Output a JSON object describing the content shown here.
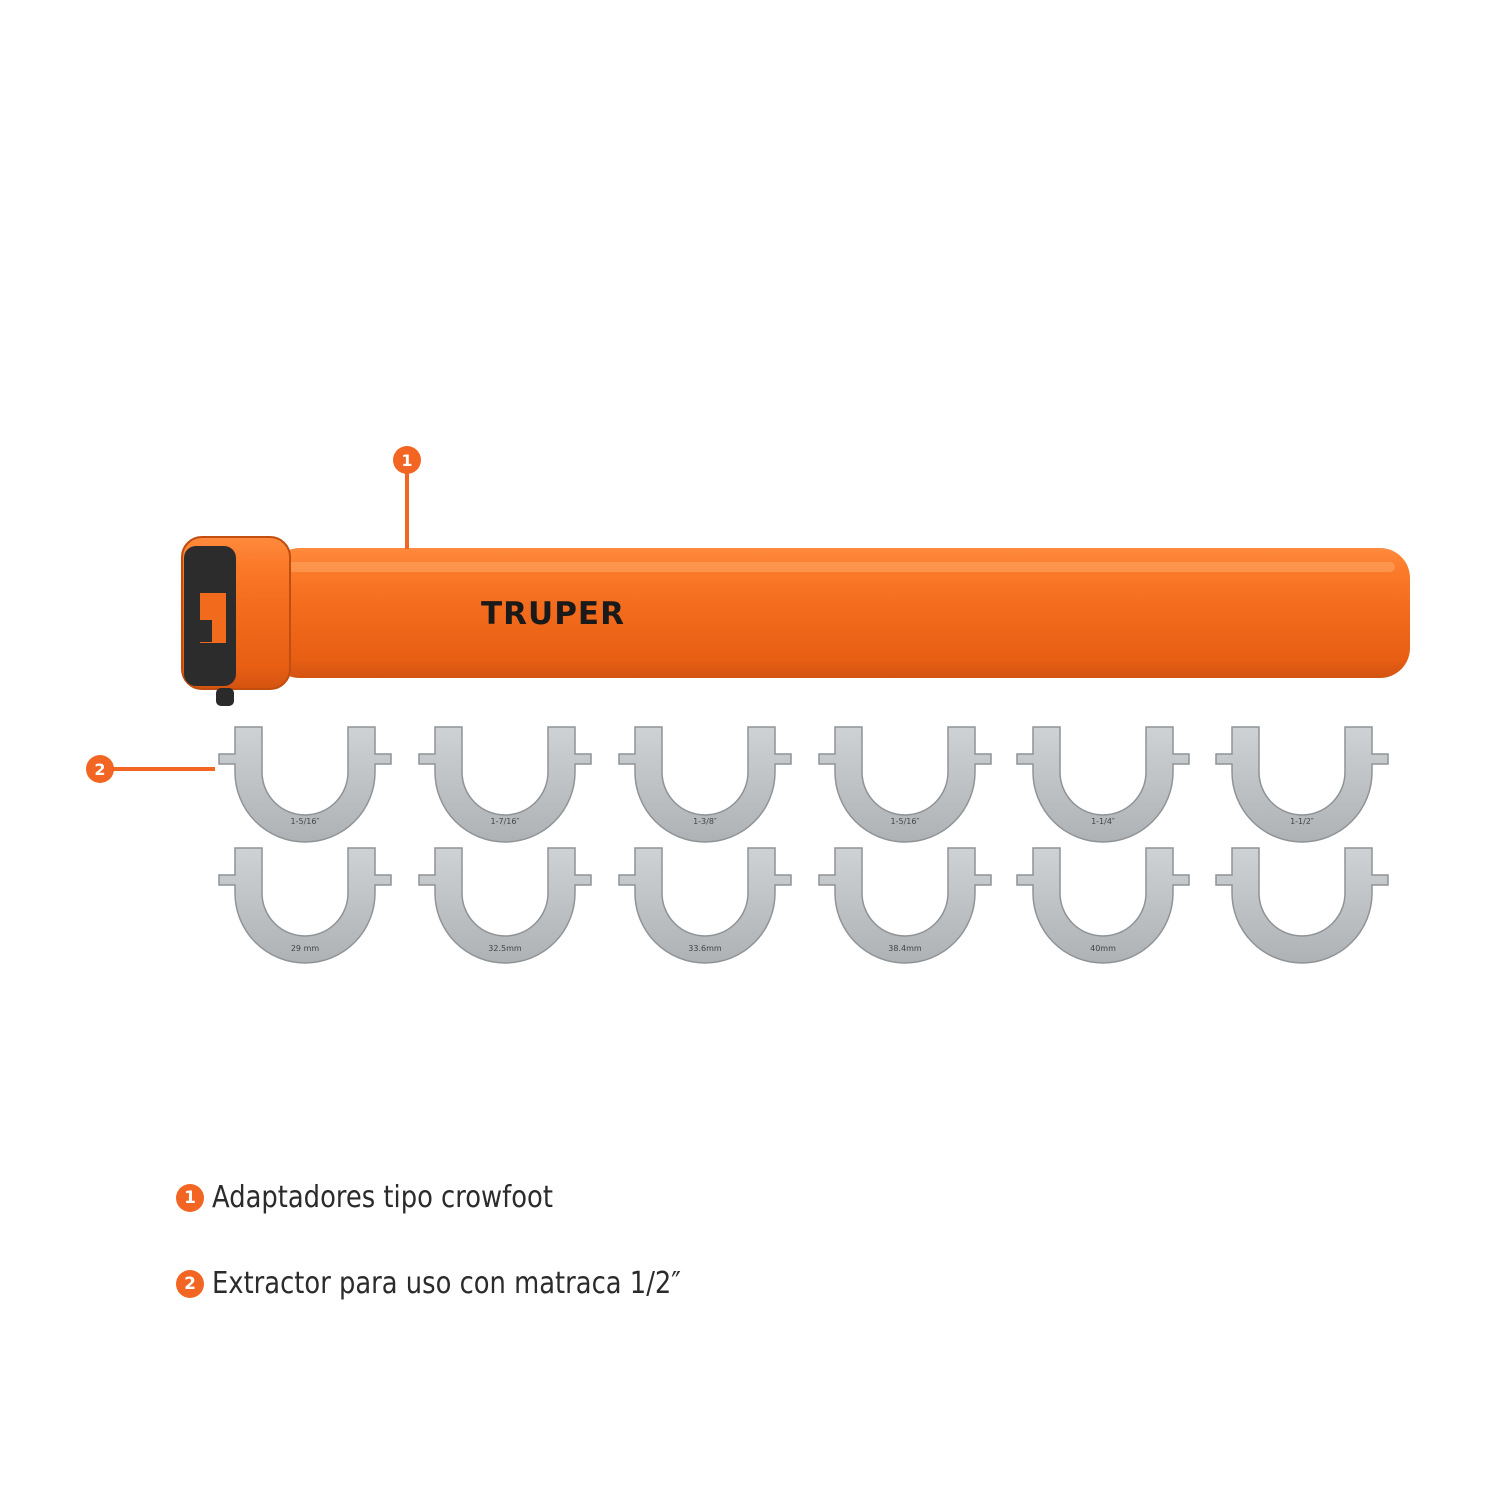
{
  "brand": "TRUPER",
  "colors": {
    "orange": "#f26522",
    "metal": "#c2c5c7",
    "text": "#2b2b2b"
  },
  "callouts": [
    {
      "number": "1"
    },
    {
      "number": "2"
    }
  ],
  "legend": [
    {
      "number": "1",
      "text": "Adaptadores tipo crowfoot"
    },
    {
      "number": "2",
      "text": "Extractor para uso con matraca 1/2″"
    }
  ],
  "adapters_top": [
    "1-5/16″",
    "1-7/16″",
    "1-3/8″",
    "1-5/16″",
    "1-1/4″",
    "1-1/2″"
  ],
  "adapters_bottom": [
    "29 mm",
    "32.5mm",
    "33.6mm",
    "38.4mm",
    "40mm",
    ""
  ]
}
